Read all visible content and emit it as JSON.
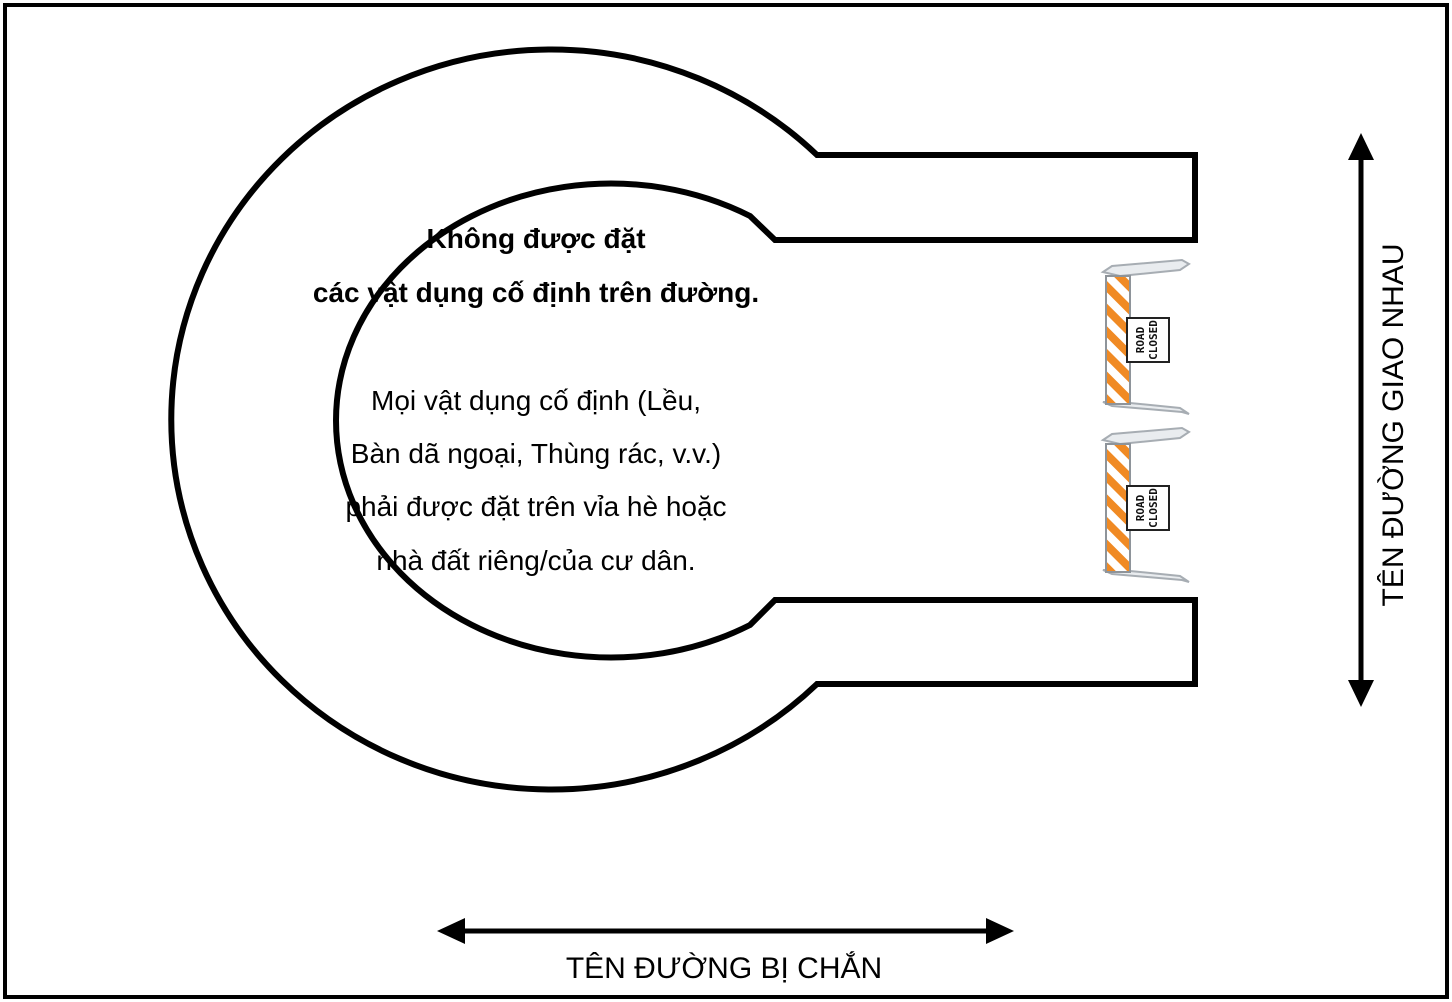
{
  "notice": {
    "heading_line1": "Không được đặt",
    "heading_line2": "các vật dụng cố định trên đường.",
    "body_lines": [
      "Mọi vật dụng cố định (Lều,",
      "Bàn dã ngoại, Thùng rác, v.v.)",
      "phải được đặt trên vỉa hè hoặc",
      "nhà đất riêng/của cư dân."
    ]
  },
  "barricades": [
    {
      "sign_line1": "ROAD",
      "sign_line2": "CLOSED"
    },
    {
      "sign_line1": "ROAD",
      "sign_line2": "CLOSED"
    }
  ],
  "labels": {
    "intersecting_street": "TÊN ĐƯỜNG GIAO NHAU",
    "blocked_street": "TÊN ĐƯỜNG BỊ CHẮN"
  },
  "colors": {
    "line": "#000000",
    "barricade_stripe": "#f08a24",
    "barricade_white": "#ffffff",
    "barricade_frame": "#b9bec4"
  }
}
